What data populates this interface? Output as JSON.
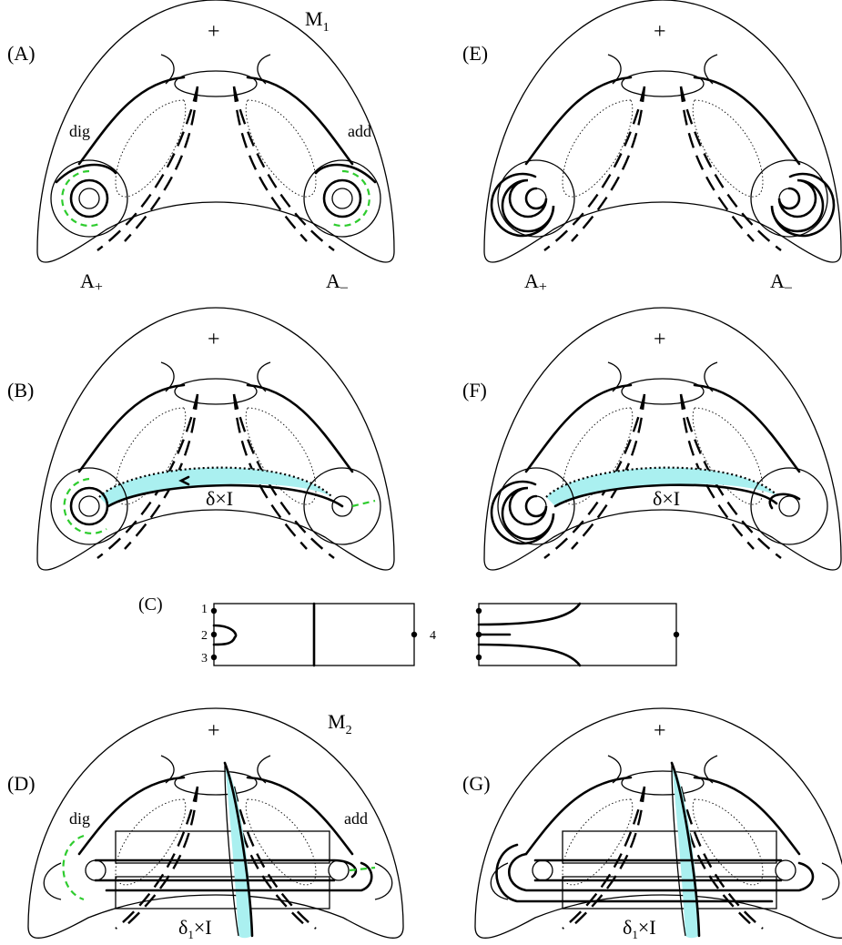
{
  "panels": {
    "A": {
      "letter": "(A)",
      "sign": "+",
      "manifold": "M",
      "manifold_sub": "1",
      "left_tag": "dig",
      "right_tag": "add",
      "bottom_left": "A",
      "bottom_left_sub": "+",
      "bottom_right": "A",
      "bottom_right_sub": "–"
    },
    "E": {
      "letter": "(E)",
      "sign": "+",
      "bottom_left": "A",
      "bottom_left_sub": "+",
      "bottom_right": "A",
      "bottom_right_sub": "–"
    },
    "B": {
      "letter": "(B)",
      "sign": "+",
      "band_label": "δ×I"
    },
    "F": {
      "letter": "(F)",
      "sign": "+",
      "band_label": "δ×I"
    },
    "C": {
      "letter": "(C)",
      "points": [
        "1",
        "2",
        "3",
        "4"
      ]
    },
    "D": {
      "letter": "(D)",
      "sign": "+",
      "manifold": "M",
      "manifold_sub": "2",
      "left_tag": "dig",
      "right_tag": "add",
      "band_label": "δ",
      "band_label_sub": "1",
      "band_label_tail": "×I"
    },
    "G": {
      "letter": "(G)",
      "sign": "+",
      "band_label": "δ",
      "band_label_sub": "1",
      "band_label_tail": "×I"
    }
  },
  "colors": {
    "band": "#aaf0f0",
    "green_curve": "#2ecc2e",
    "ink": "#000000"
  }
}
